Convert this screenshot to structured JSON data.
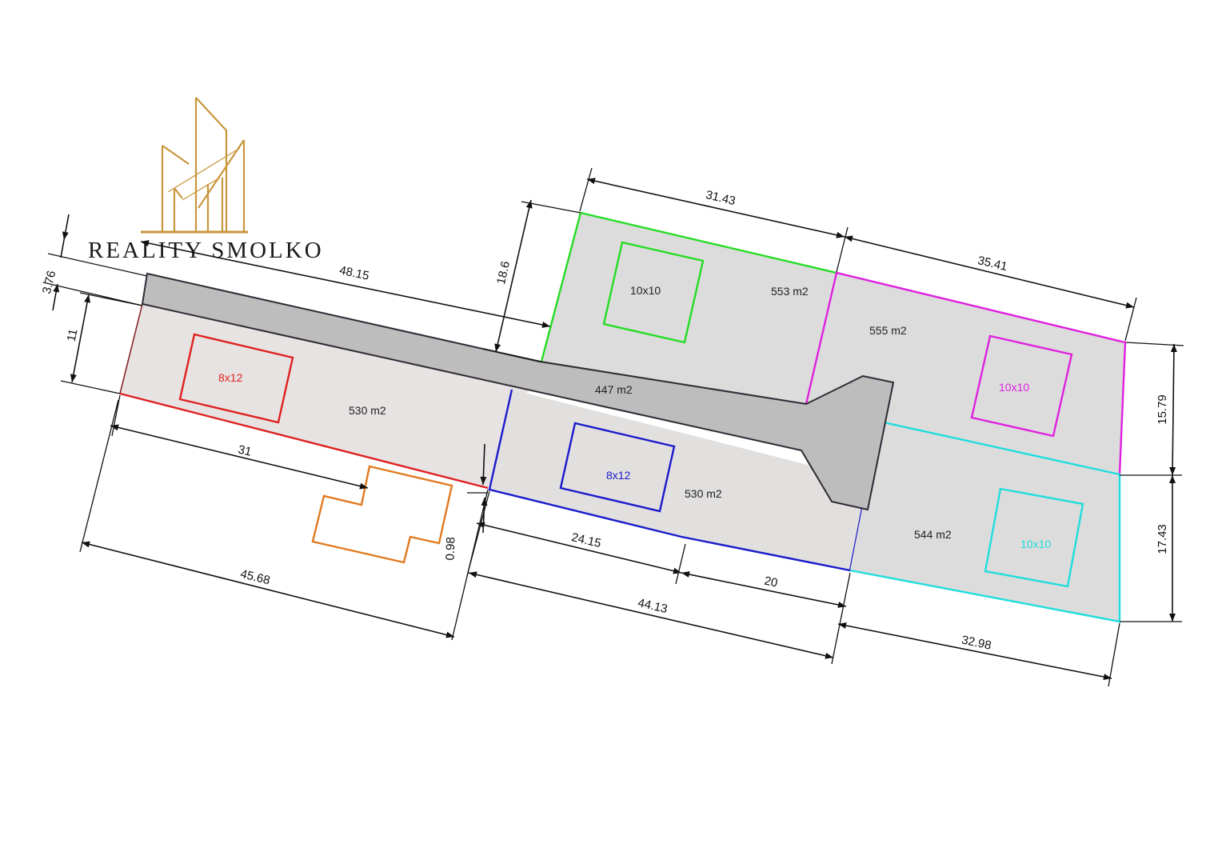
{
  "brand": {
    "name": "REALITY SMOLKO",
    "logo_color": "#c8963c"
  },
  "plots": [
    {
      "id": "plot-1",
      "area": "530 m2",
      "house": "8x12",
      "color": "#e02020"
    },
    {
      "id": "plot-2",
      "area": "530 m2",
      "house": "8x12",
      "color": "#1a1acc"
    },
    {
      "id": "plot-3",
      "area": "553 m2",
      "house": "10x10",
      "color": "#22dd22"
    },
    {
      "id": "plot-4",
      "area": "555 m2",
      "house": "10x10",
      "color": "#e020e0"
    },
    {
      "id": "plot-5",
      "area": "544 m2",
      "house": "10x10",
      "color": "#20dddd"
    }
  ],
  "access_road": {
    "area": "447 m2",
    "color": "#bdbdbd"
  },
  "existing_building_color": "#e07a20",
  "dimensions": {
    "d_3_76": "3.76",
    "d_48_15": "48.15",
    "d_11": "11",
    "d_18_6": "18.6",
    "d_31_43": "31.43",
    "d_35_41": "35.41",
    "d_31": "31",
    "d_45_68": "45.68",
    "d_0_98": "0.98",
    "d_24_15": "24.15",
    "d_20": "20",
    "d_44_13": "44.13",
    "d_32_98": "32.98",
    "d_15_79": "15.79",
    "d_17_43": "17.43"
  }
}
